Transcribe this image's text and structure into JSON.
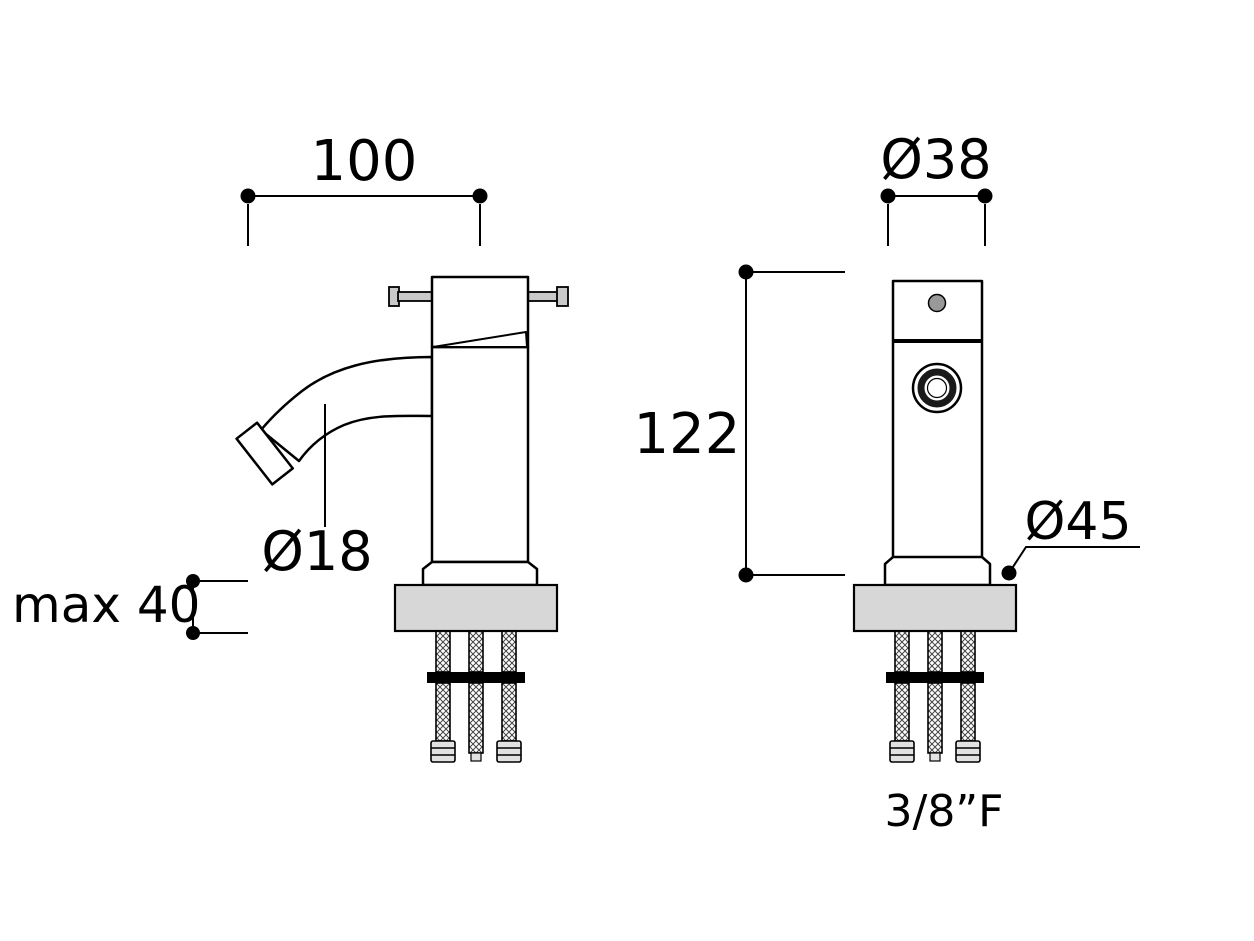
{
  "dimensions": {
    "spout_reach": "100",
    "spout_diameter": "Ø18",
    "max_mounting_thickness": "max 40",
    "handle_diameter": "Ø38",
    "body_height": "122",
    "base_diameter": "Ø45",
    "connection_thread": "3/8”F"
  },
  "colors": {
    "line": "#000000",
    "background": "#ffffff",
    "plate_fill": "#d7d7d7",
    "lever_fill": "#c9c9c9",
    "nut_fill": "#e2e2e2",
    "handle_dot_fill": "#999999",
    "aerator_ring": "#1a1a1a"
  }
}
